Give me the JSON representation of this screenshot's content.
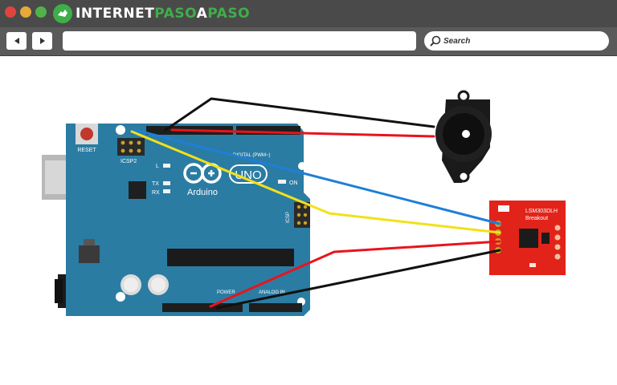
{
  "browser": {
    "logo": {
      "prefix": "INTERNET",
      "accent1": "PASO",
      "mid": "A",
      "accent2": "PASO"
    },
    "search": {
      "placeholder": "Search"
    },
    "url": {
      "value": ""
    }
  },
  "diagram": {
    "arduino": {
      "reset_label": "RESET",
      "icsp2_label": "ICSP2",
      "brand_label": "UNO",
      "maker_label": "Arduino",
      "l_label": "L",
      "tx_label": "TX",
      "rx_label": "RX",
      "on_label": "ON",
      "icsp_label": "ICSP",
      "digital_label": "DIGITAL (PWM~)",
      "power_label": "POWER",
      "analog_label": "ANALOG IN"
    },
    "sensor": {
      "name_label": "LSM303DLH",
      "sub_label": "Breakout"
    }
  },
  "colors": {
    "board": "#2b7ca3",
    "sensor": "#e2231a",
    "wire_red": "#e8141b",
    "wire_black": "#111111",
    "wire_blue": "#1e7fd6",
    "wire_yellow": "#f2e11a",
    "accent_green": "#3fae49"
  },
  "icons": {
    "back": "arrow-left-icon",
    "forward": "arrow-right-icon",
    "search": "magnifier-icon"
  }
}
